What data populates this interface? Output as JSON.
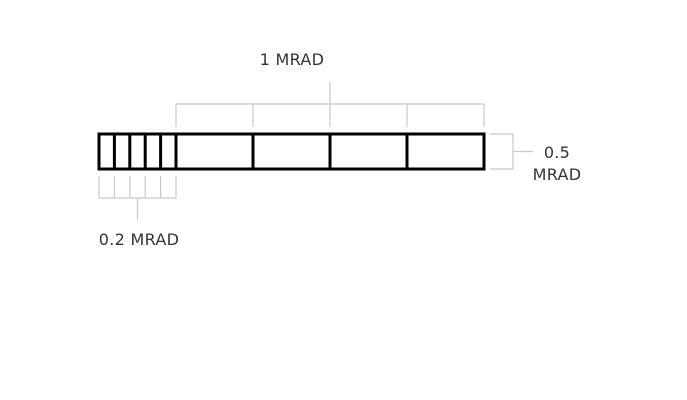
{
  "labels": {
    "large_division": "1 MRAD",
    "height_value": "0.5",
    "height_unit": "MRAD",
    "small_division": "0.2 MRAD"
  },
  "reticle": {
    "small_subdivisions": 5,
    "large_divisions": 4
  },
  "colors": {
    "outline": "#000000",
    "bracket": "#c8c8c8",
    "text": "#333333"
  }
}
